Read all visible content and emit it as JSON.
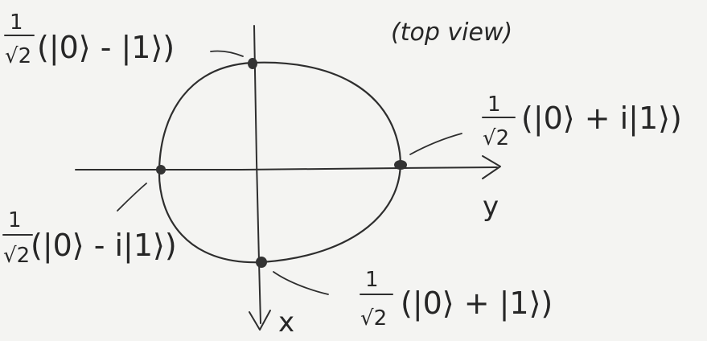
{
  "diagram": {
    "caption": "(top view)",
    "axes": {
      "x_label": "x",
      "y_label": "y"
    },
    "states": [
      {
        "id": "top",
        "coefficient_num": "1",
        "coefficient_den": "√2",
        "ket": "(|0⟩ - |1⟩)"
      },
      {
        "id": "right",
        "coefficient_num": "1",
        "coefficient_den": "√2",
        "ket": "(|0⟩ + i|1⟩)"
      },
      {
        "id": "left",
        "coefficient_num": "1",
        "coefficient_den": "√2",
        "ket": "(|0⟩ - i|1⟩)"
      },
      {
        "id": "bottom",
        "coefficient_num": "1",
        "coefficient_den": "√2",
        "ket": "(|0⟩ + |1⟩)"
      }
    ],
    "colors": {
      "ink": "#2e2e2e",
      "paper": "#f4f4f2"
    }
  }
}
